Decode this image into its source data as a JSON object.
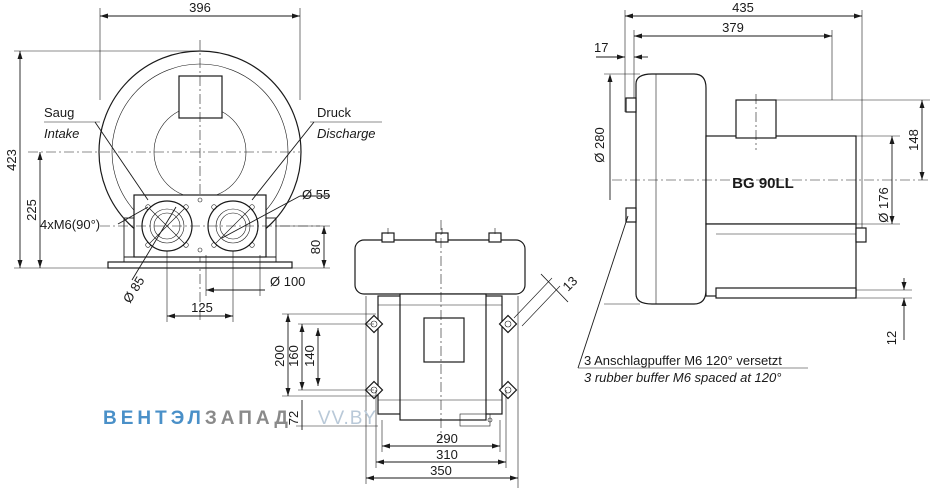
{
  "front_view": {
    "dim_width": "396",
    "dim_height": "423",
    "dim_center_height": "225",
    "dim_flange_height": "80",
    "dim_port_spacing": "125",
    "dim_flange_diameter": "Ø 85",
    "dim_port_diameter": "Ø 55",
    "dim_bolt_circle": "Ø 100",
    "bolt_label": "4xM6(90°)",
    "intake_de": "Saug",
    "intake_en": "Intake",
    "discharge_de": "Druck",
    "discharge_en": "Discharge"
  },
  "top_view": {
    "dim_200": "200",
    "dim_160": "160",
    "dim_140": "140",
    "dim_72": "72",
    "dim_290": "290",
    "dim_310": "310",
    "dim_350": "350",
    "dim_13": "13"
  },
  "side_view": {
    "dim_435": "435",
    "dim_379": "379",
    "dim_17": "17",
    "dim_280": "Ø 280",
    "dim_148": "148",
    "dim_176": "Ø 176",
    "dim_12": "12",
    "model_label": "BG 90LL",
    "buffer_de": "3 Anschlagpuffer M6 120° versetzt",
    "buffer_en": "3 rubber buffer M6 spaced at 120°"
  },
  "watermark": {
    "part1": "ВЕНТЭЛ",
    "part2": "ЗАПАД",
    "part3": "VV.BY"
  }
}
